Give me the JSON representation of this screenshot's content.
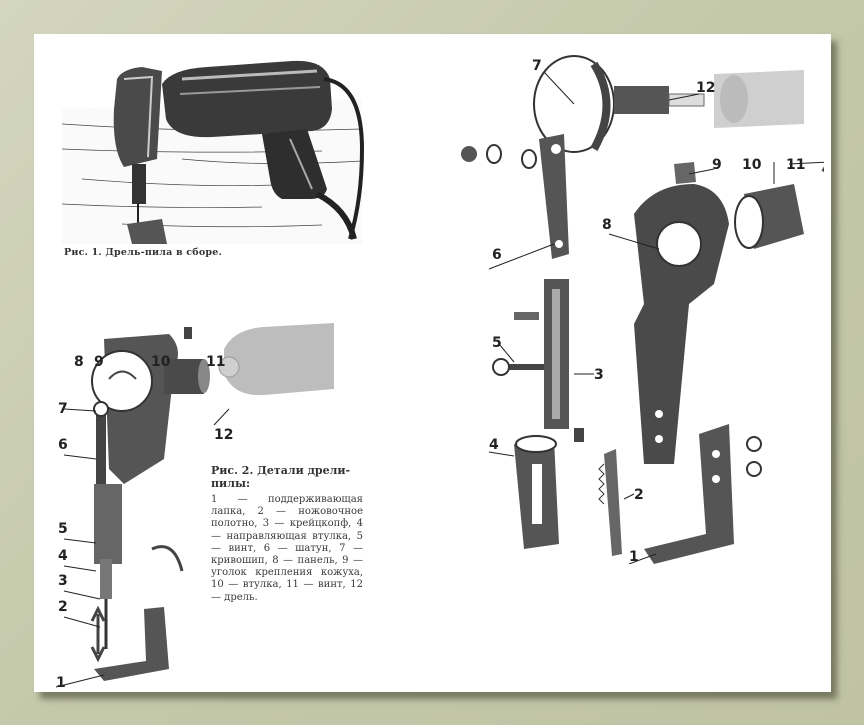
{
  "figure1": {
    "caption": "Рис. 1. Дрель-пила в сборе."
  },
  "figure2": {
    "caption_title": "Рис. 2. Детали дрели-пилы:",
    "caption_body": "1 — поддерживающая лапка, 2 — ножовочное полотно, 3 — крейцкопф, 4 — направляющая втулка, 5 — винт, 6 — шатун, 7 — кривошип, 8 — панель, 9 — уголок крепления кожуха, 10 — втулка, 11 — винт, 12 — дрель.",
    "left_labels": [
      "1",
      "2",
      "3",
      "4",
      "5",
      "6",
      "7",
      "8",
      "9",
      "10",
      "11",
      "12"
    ],
    "right_labels": [
      "7",
      "12",
      "9",
      "10",
      "11",
      "8",
      "6",
      "5",
      "3",
      "4",
      "2",
      "1"
    ]
  },
  "colors": {
    "background": "#c9cdb1",
    "page": "#ffffff",
    "ink": "#222222"
  }
}
